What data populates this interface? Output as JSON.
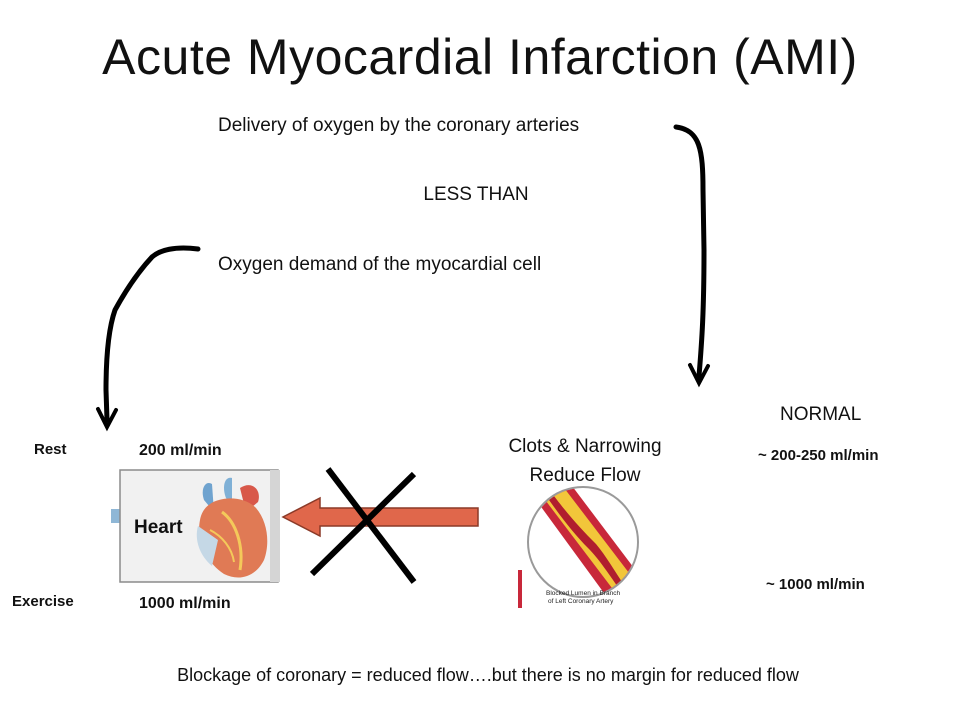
{
  "title": "Acute Myocardial Infarction (AMI)",
  "lines": {
    "delivery": "Delivery of oxygen by the coronary arteries",
    "less_than": "LESS THAN",
    "demand": "Oxygen demand of the myocardial cell"
  },
  "heart": {
    "rest_label": "Rest",
    "exercise_label": "Exercise",
    "rest_flow": "200 ml/min",
    "exercise_flow": "1000 ml/min",
    "box_label": "Heart"
  },
  "artery": {
    "caption_line1": "Clots & Narrowing",
    "caption_line2": "Reduce Flow",
    "inset_line1": "Blocked Lumen in Branch",
    "inset_line2": "of Left Coronary Artery"
  },
  "normal": {
    "label": "NORMAL",
    "rest_flow": "~ 200-250  ml/min",
    "exercise_flow": "~ 1000 ml/min"
  },
  "footer": "Blockage of coronary = reduced flow….but there is no margin for reduced flow",
  "colors": {
    "arrow_fill": "#e0674b",
    "artery_wall": "#c8283a",
    "plaque": "#f2c63a",
    "heart_red": "#d8584a"
  }
}
